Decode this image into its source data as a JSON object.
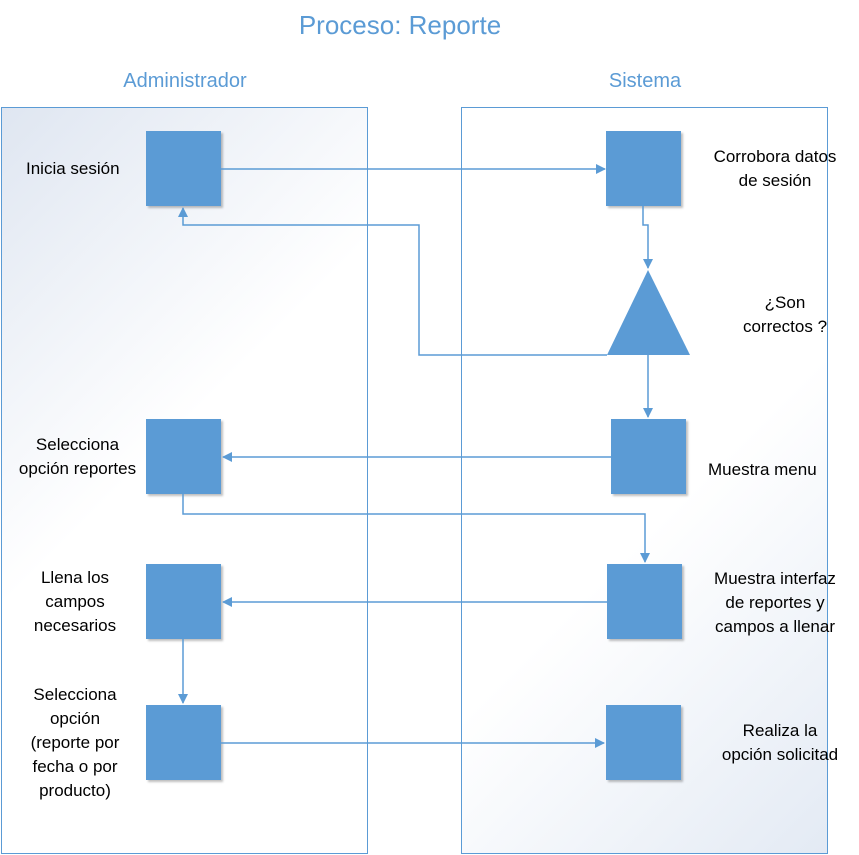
{
  "title": "Proceso: Reporte",
  "lanes": {
    "left": "Administrador",
    "right": "Sistema"
  },
  "admin": {
    "inicia": "Inicia sesión",
    "selecciona_reportes": [
      "Selecciona",
      "opción reportes"
    ],
    "llena": [
      "Llena los",
      "campos",
      "necesarios"
    ],
    "selecciona_opcion": [
      "Selecciona",
      "opción",
      "(reporte por",
      "fecha o por",
      "producto)"
    ]
  },
  "sistema": {
    "corrobora": [
      "Corrobora datos",
      "de sesión"
    ],
    "decision": [
      "¿Son",
      "correctos ?"
    ],
    "muestra_menu": "Muestra menu",
    "muestra_interfaz": [
      "Muestra interfaz",
      "de reportes y",
      "campos a llenar"
    ],
    "realiza": [
      "Realiza la",
      "opción solicitad"
    ]
  },
  "colors": {
    "accent": "#5b9bd5",
    "line": "#5b9bd5"
  }
}
